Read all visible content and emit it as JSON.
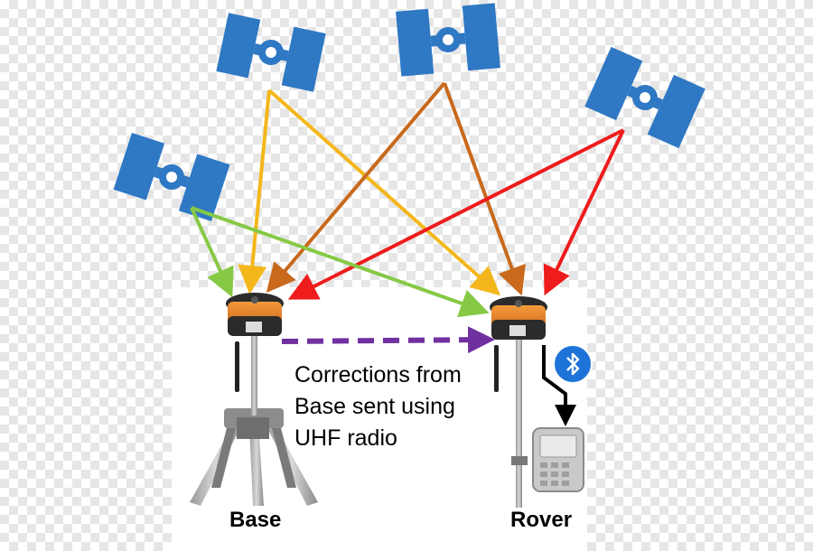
{
  "diagram": {
    "corrections_text": [
      "Corrections from",
      "Base sent using",
      "UHF radio"
    ],
    "base_label": "Base",
    "rover_label": "Rover",
    "satellites": [
      {
        "id": "top-left"
      },
      {
        "id": "top-center"
      },
      {
        "id": "top-right"
      },
      {
        "id": "left"
      }
    ],
    "signal_colors": {
      "yellow": "#f4b71b",
      "brown": "#c8691c",
      "red": "#ee1c1c",
      "green": "#86c945",
      "radio_link": "#7030a0",
      "bluetooth": "#000000"
    },
    "satellite_color": "#2f78c4",
    "bluetooth_icon_color": "#1e73d8"
  }
}
